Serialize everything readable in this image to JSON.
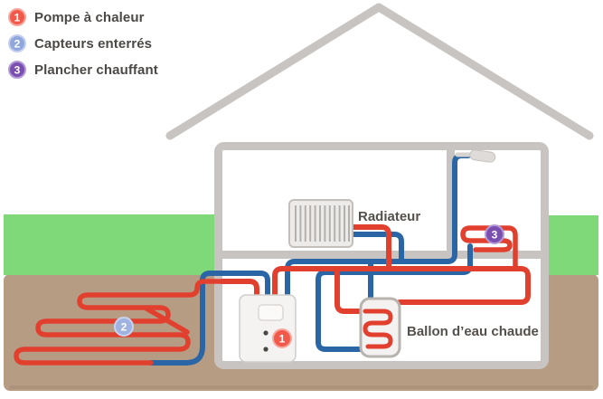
{
  "legend": {
    "items": [
      {
        "num": "1",
        "label": "Pompe à chaleur",
        "color": "#f2594b",
        "ring": "#f7a89e"
      },
      {
        "num": "2",
        "label": "Capteurs enterrés",
        "color": "#8fa7db",
        "ring": "#c2cfee"
      },
      {
        "num": "3",
        "label": "Plancher chauffant",
        "color": "#7b4fb0",
        "ring": "#b39ad6"
      }
    ]
  },
  "diagram": {
    "labels": {
      "radiator": "Radiateur",
      "water_tank": "Ballon d’eau chaude"
    },
    "badges": [
      {
        "num": "1",
        "color": "#f2594b",
        "ring": "#f7a89e"
      },
      {
        "num": "2",
        "color": "#9fb2e0",
        "ring": "#c8d3f0"
      },
      {
        "num": "3",
        "color": "#7b4fb0",
        "ring": "#b39ad6"
      }
    ],
    "colors": {
      "hot_pipe": "#e2402f",
      "cold_pipe": "#2a66a5",
      "grass": "#80d979",
      "soil": "#b79c84",
      "soil_edge": "#a18972",
      "wall": "#c8c4c1"
    }
  }
}
